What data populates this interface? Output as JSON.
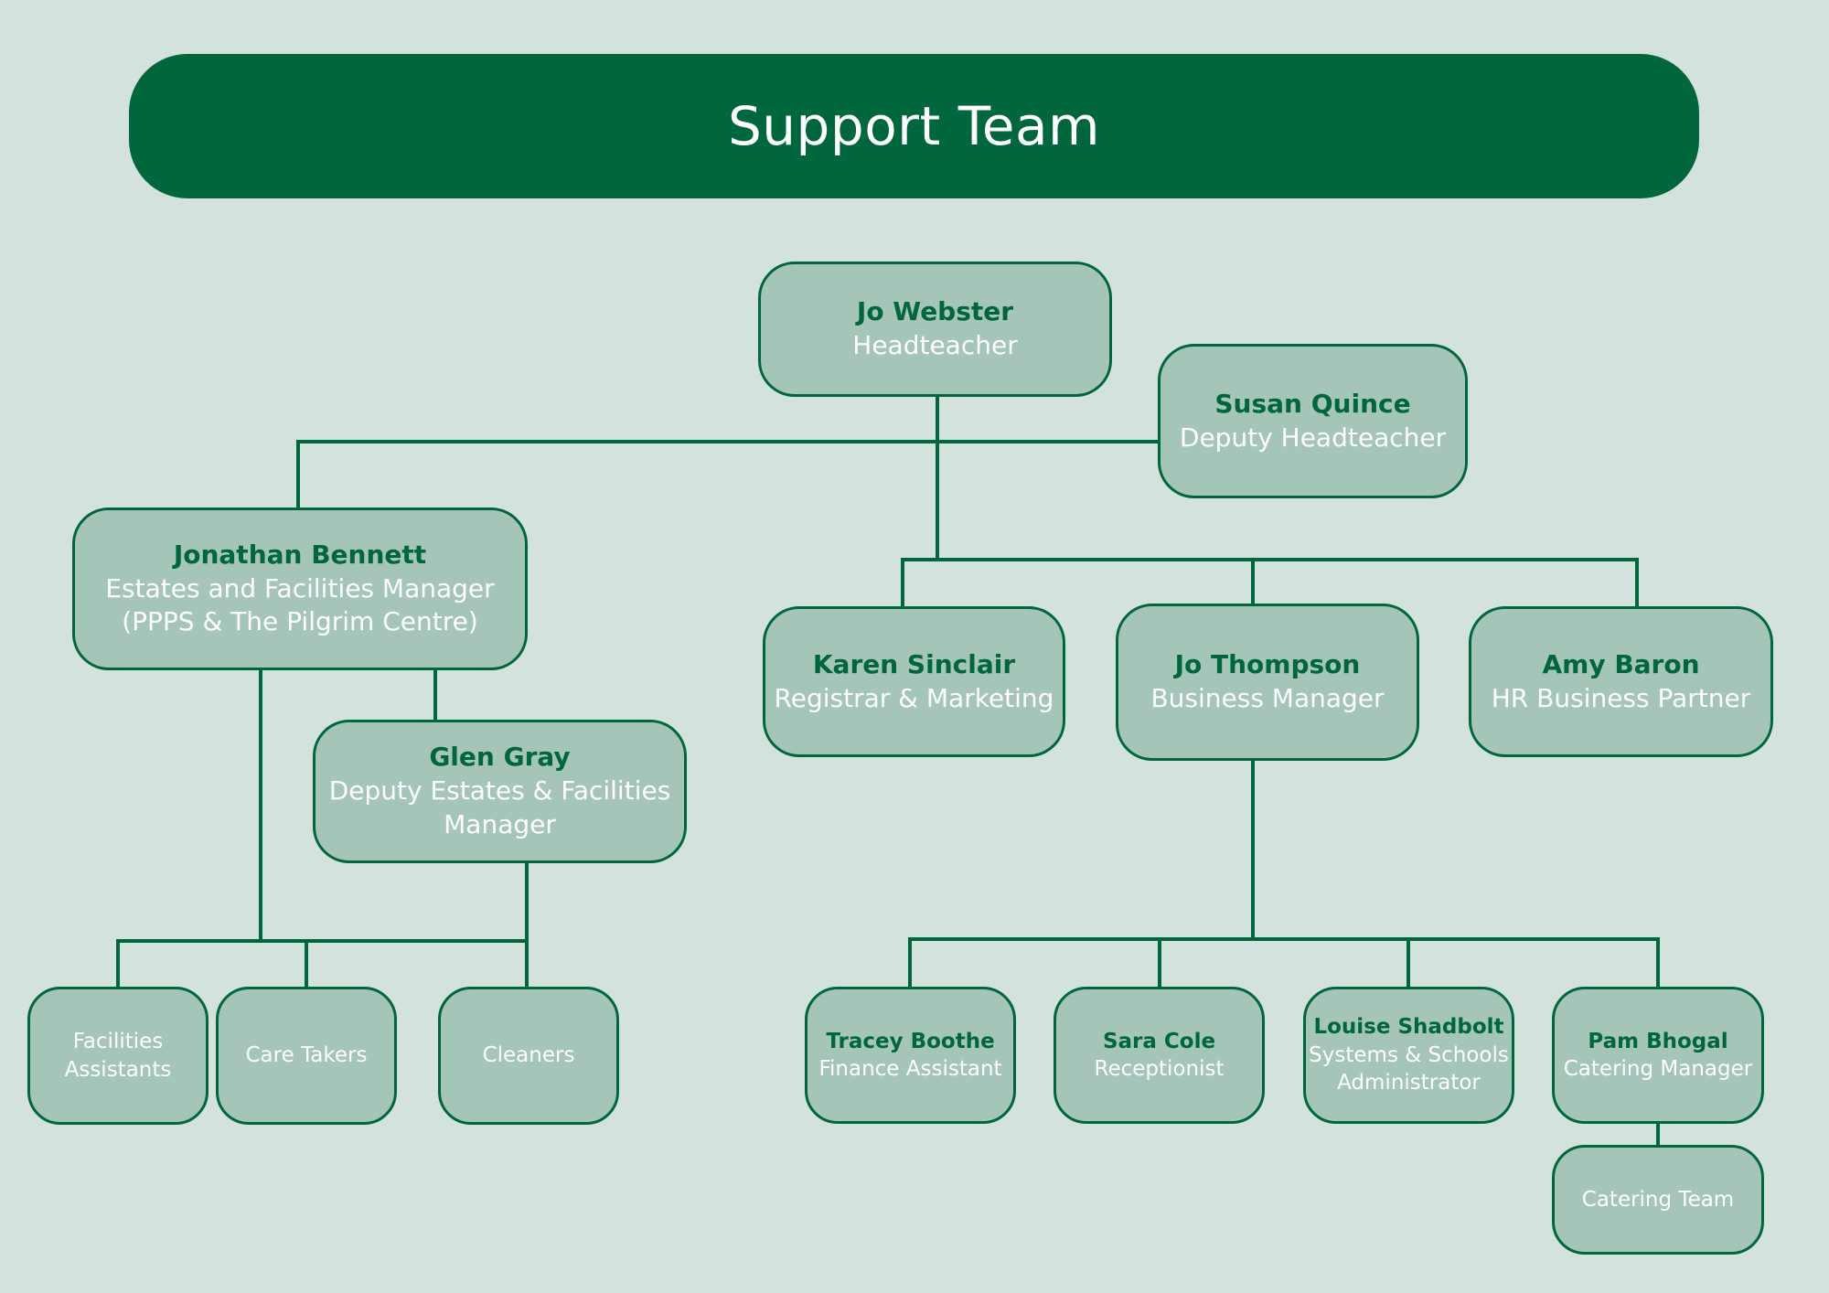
{
  "title": "Support Team",
  "colors": {
    "background": "#d3e2dc",
    "accent": "#00673d",
    "node_fill": "#a6c5b9",
    "role_text": "#ffffff"
  },
  "nodes": {
    "jo_webster": {
      "name": "Jo Webster",
      "role": "Headteacher"
    },
    "susan_quince": {
      "name": "Susan Quince",
      "role": "Deputy Headteacher"
    },
    "jonathan_bennett": {
      "name": "Jonathan Bennett",
      "role": "Estates and Facilities Manager",
      "role2": "(PPPS & The Pilgrim Centre)"
    },
    "glen_gray": {
      "name": "Glen Gray",
      "role": "Deputy Estates & Facilities",
      "role2": "Manager"
    },
    "karen_sinclair": {
      "name": "Karen Sinclair",
      "role": "Registrar & Marketing"
    },
    "jo_thompson": {
      "name": "Jo Thompson",
      "role": "Business Manager"
    },
    "amy_baron": {
      "name": "Amy Baron",
      "role": "HR Business Partner"
    },
    "facilities_assistants": {
      "role": "Facilities",
      "role2": "Assistants"
    },
    "care_takers": {
      "role": "Care Takers"
    },
    "cleaners": {
      "role": "Cleaners"
    },
    "tracey_boothe": {
      "name": "Tracey Boothe",
      "role": "Finance Assistant"
    },
    "sara_cole": {
      "name": "Sara Cole",
      "role": "Receptionist"
    },
    "louise_shadbolt": {
      "name": "Louise Shadbolt",
      "role": "Systems & Schools",
      "role2": "Administrator"
    },
    "pam_bhogal": {
      "name": "Pam Bhogal",
      "role": "Catering Manager"
    },
    "catering_team": {
      "role": "Catering Team"
    }
  }
}
